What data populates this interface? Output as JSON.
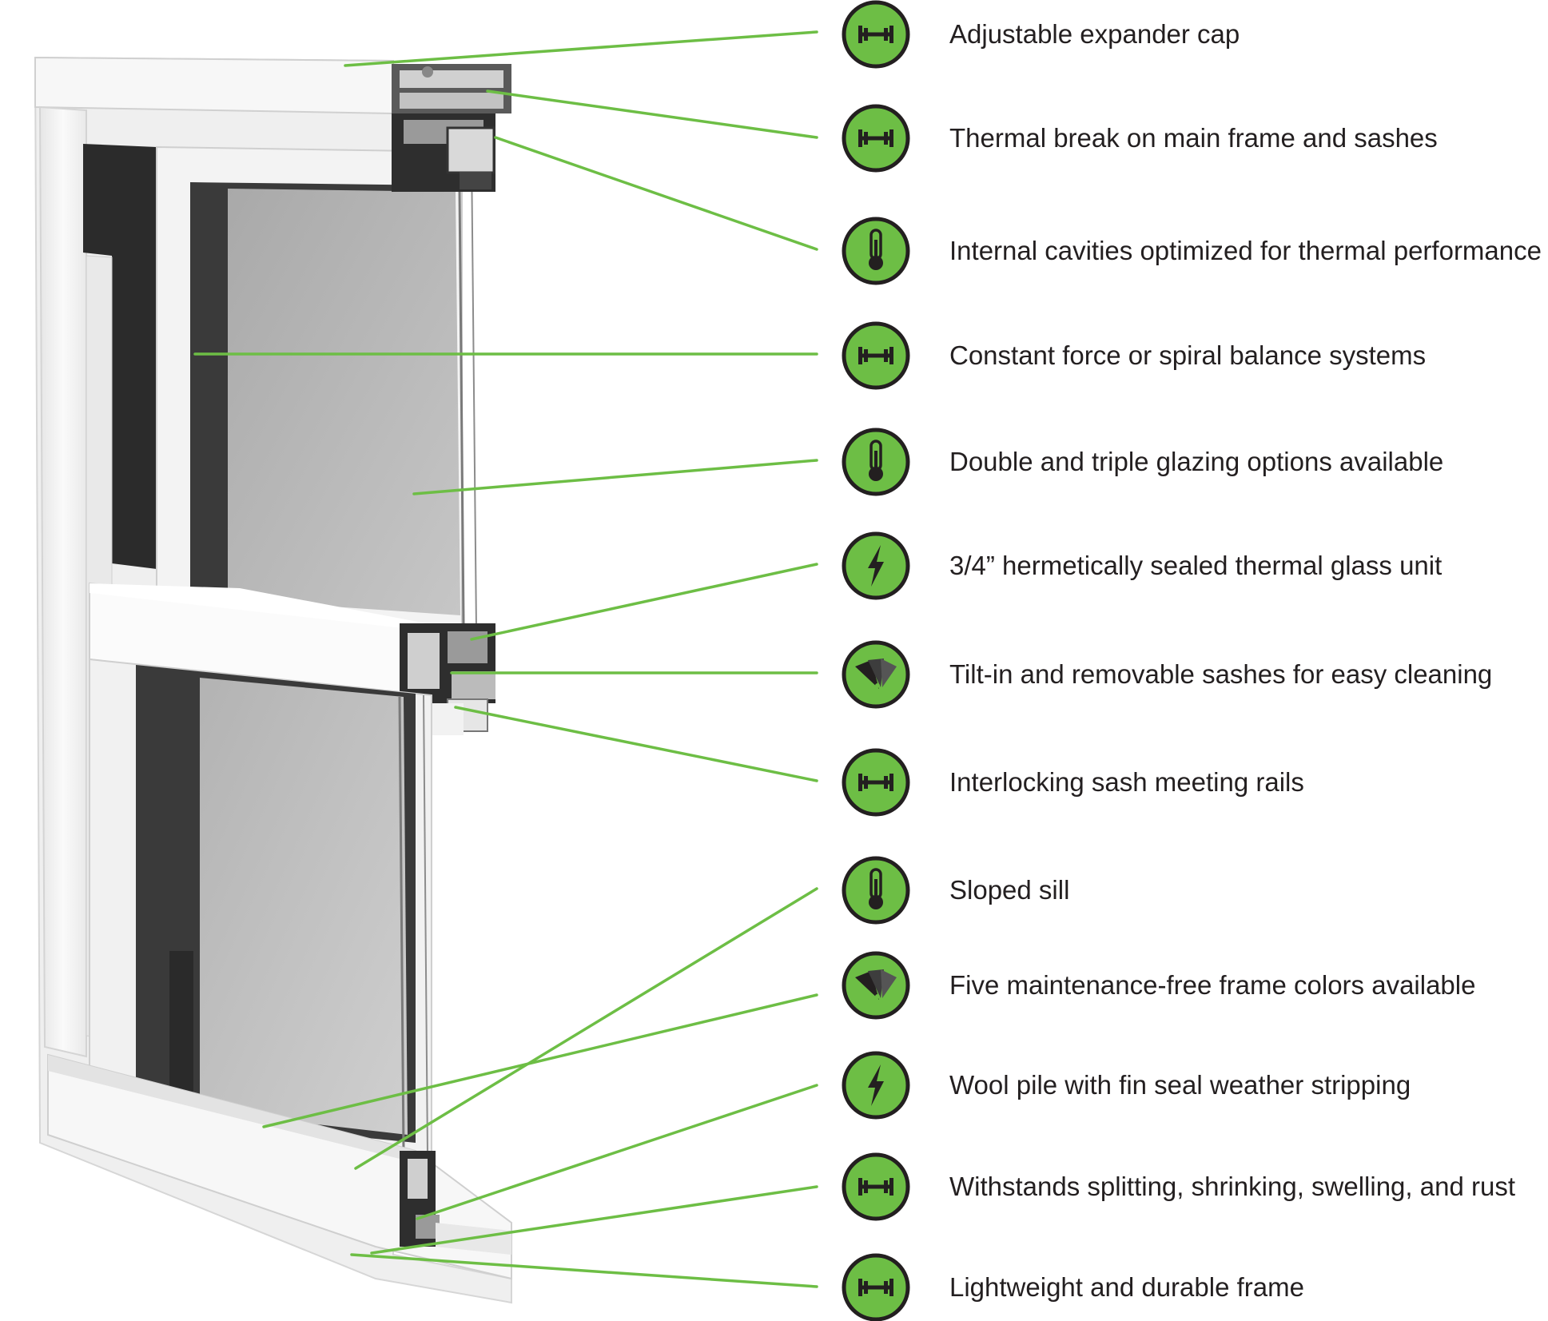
{
  "colors": {
    "leader_line": "#6dbe45",
    "badge_fill": "#6dbe45",
    "badge_ring": "#231f20",
    "icon": "#231f20",
    "frame_white": "#f4f4f4",
    "glass": "#b9b9b9",
    "frame_dark": "#3a3a3a"
  },
  "features": [
    {
      "label": "Adjustable expander cap",
      "icon": "dumbbell-icon"
    },
    {
      "label": "Thermal break on main frame and sashes",
      "icon": "dumbbell-icon"
    },
    {
      "label": "Internal cavities optimized for thermal performance",
      "icon": "thermometer-icon"
    },
    {
      "label": "Constant force or spiral balance systems",
      "icon": "dumbbell-icon"
    },
    {
      "label": "Double and triple glazing options available",
      "icon": "thermometer-icon"
    },
    {
      "label": "3/4” hermetically sealed thermal glass unit",
      "icon": "lightning-icon"
    },
    {
      "label": "Tilt-in and removable sashes for easy cleaning",
      "icon": "color-swatch-icon"
    },
    {
      "label": "Interlocking sash meeting rails",
      "icon": "dumbbell-icon"
    },
    {
      "label": "Sloped sill",
      "icon": "thermometer-icon"
    },
    {
      "label": "Five maintenance-free frame colors available",
      "icon": "color-swatch-icon"
    },
    {
      "label": "Wool pile with fin seal weather stripping",
      "icon": "lightning-icon"
    },
    {
      "label": "Withstands splitting, shrinking, swelling, and rust",
      "icon": "dumbbell-icon"
    },
    {
      "label": "Lightweight and durable frame",
      "icon": "dumbbell-icon"
    }
  ]
}
